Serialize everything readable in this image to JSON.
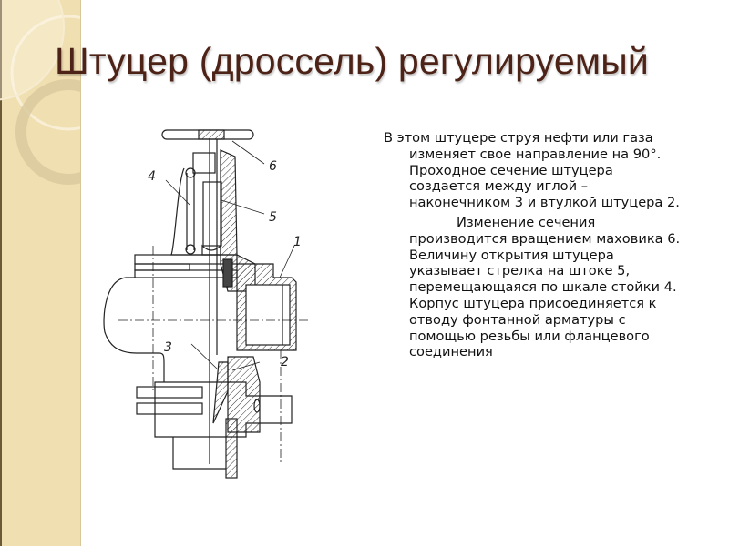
{
  "slide": {
    "title": "Штуцер (дроссель) регулируемый",
    "accent_colors": {
      "title": "#4d2217",
      "band": "#efdfb1",
      "text": "#111111"
    },
    "paragraph_1": "В этом штуцере струя нефти или газа изменяет свое направление  на 90°. Проходное сечение штуцера создается между иглой – наконечником 3 и втулкой штуцера 2.",
    "paragraph_2": "Изменение сечения производится вращением маховика 6. Величину открытия штуцера указывает стрелка на штоке 5, перемещающаяся по шкале стойки 4. Корпус штуцера присоединяется к отводу фонтанной арматуры с помощью резьбы или фланцевого соединения"
  },
  "diagram": {
    "labels": [
      "1",
      "2",
      "3",
      "4",
      "5",
      "6"
    ]
  }
}
